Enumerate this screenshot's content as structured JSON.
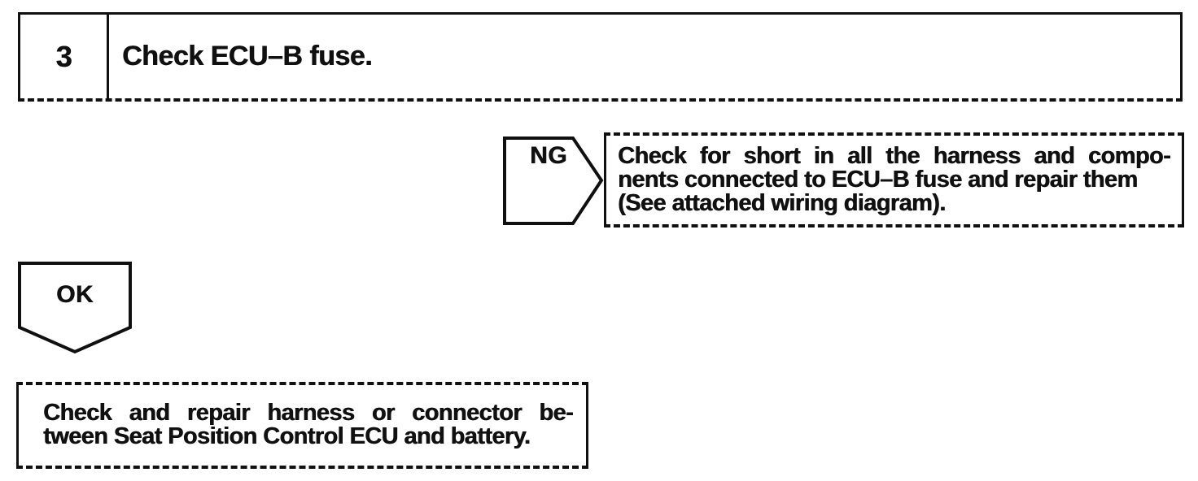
{
  "colors": {
    "ink": "#101010",
    "paper": "#ffffff"
  },
  "flowchart": {
    "step": {
      "number": "3",
      "instruction": "Check ECU–B fuse."
    },
    "ng_branch": {
      "label": "NG",
      "action_lines": [
        "Check for short in all the harness and compo-",
        "nents connected to ECU–B fuse and repair them",
        "(See attached wiring diagram)."
      ]
    },
    "ok_branch": {
      "label": "OK",
      "action_lines": [
        "Check and repair harness or connector be-",
        "tween Seat Position Control ECU and battery."
      ]
    }
  }
}
